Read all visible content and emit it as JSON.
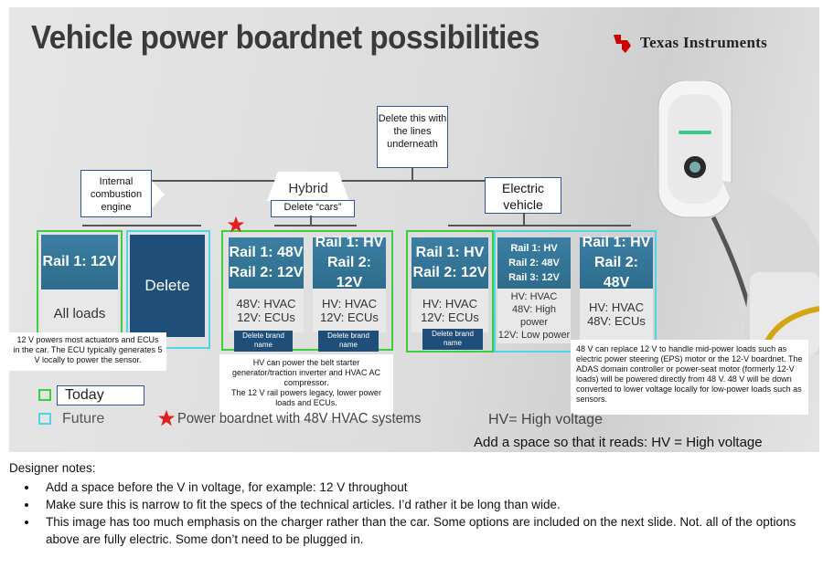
{
  "slide": {
    "title": "Vehicle power boardnet possibilities",
    "brand": "Texas Instruments",
    "callout_top": "Delete this with the lines underneath",
    "categories": {
      "ice": "Internal combustion engine",
      "hybrid": "Hybrid",
      "hybrid_note": "Delete “cars”",
      "ev": "Electric vehicle"
    },
    "cards": [
      {
        "rail": "Rail 1: 12V",
        "load": "All loads"
      },
      {
        "delete": "Delete"
      },
      {
        "rail": "Rail 1: 48V\nRail 2: 12V",
        "load": "48V: HVAC\n12V: ECUs",
        "brand": "Delete brand name"
      },
      {
        "rail": "Rail 1: HV\nRail 2: 12V",
        "load": "HV: HVAC\n12V: ECUs",
        "brand": "Delete brand name"
      },
      {
        "rail": "Rail 1: HV\nRail 2: 12V",
        "load": "HV: HVAC\n12V: ECUs",
        "brand": "Delete brand name"
      },
      {
        "rail": "Rail 1: HV\nRail 2: 48V\nRail 3: 12V",
        "load": "HV: HVAC\n48V: High power\n12V: Low power"
      },
      {
        "rail": "Rail 1: HV\nRail 2: 48V",
        "load": "HV: HVAC\n48V: ECUs"
      }
    ],
    "notes": {
      "ice_note": "12 V powers most actuators and ECUs in the car.  The ECU typically generates 5 V locally to power the sensor.",
      "hybrid_note": "HV can power the belt starter generator/traction inverter and HVAC AC compressor.\nThe 12 V rail powers legacy, lower power loads  and ECUs.",
      "ev_note": "48 V can replace 12 V to handle mid-power loads such as electric power steering (EPS) motor or the 12-V boardnet. The ADAS domain controller or power-seat motor (formerly 12-V loads) will be powered directly from 48 V. 48 V will be down converted to lower voltage locally for low-power loads such as sensors."
    },
    "legend": {
      "today": "Today",
      "future": "Future",
      "star_text": "Power boardnet with 48V HVAC systems",
      "hv": "HV= High voltage",
      "hv_comment": "Add a space so that it reads: HV = High voltage"
    },
    "colors": {
      "today": "#3dce3d",
      "future": "#4fd6e6",
      "star": "#e02020",
      "rail": "#31708f",
      "brand_box": "#1f4e79"
    }
  },
  "designer_notes": {
    "heading": "Designer notes:",
    "items": [
      "Add a space before the V in voltage, for example: 12 V throughout",
      "Make sure this is narrow to fit the specs of the technical articles. I’d rather it be long than wide.",
      "This image has too much emphasis on the charger rather than the car. Some options are included on the next slide.  Not. all of the options above are fully electric. Some don’t need to be plugged in."
    ]
  }
}
